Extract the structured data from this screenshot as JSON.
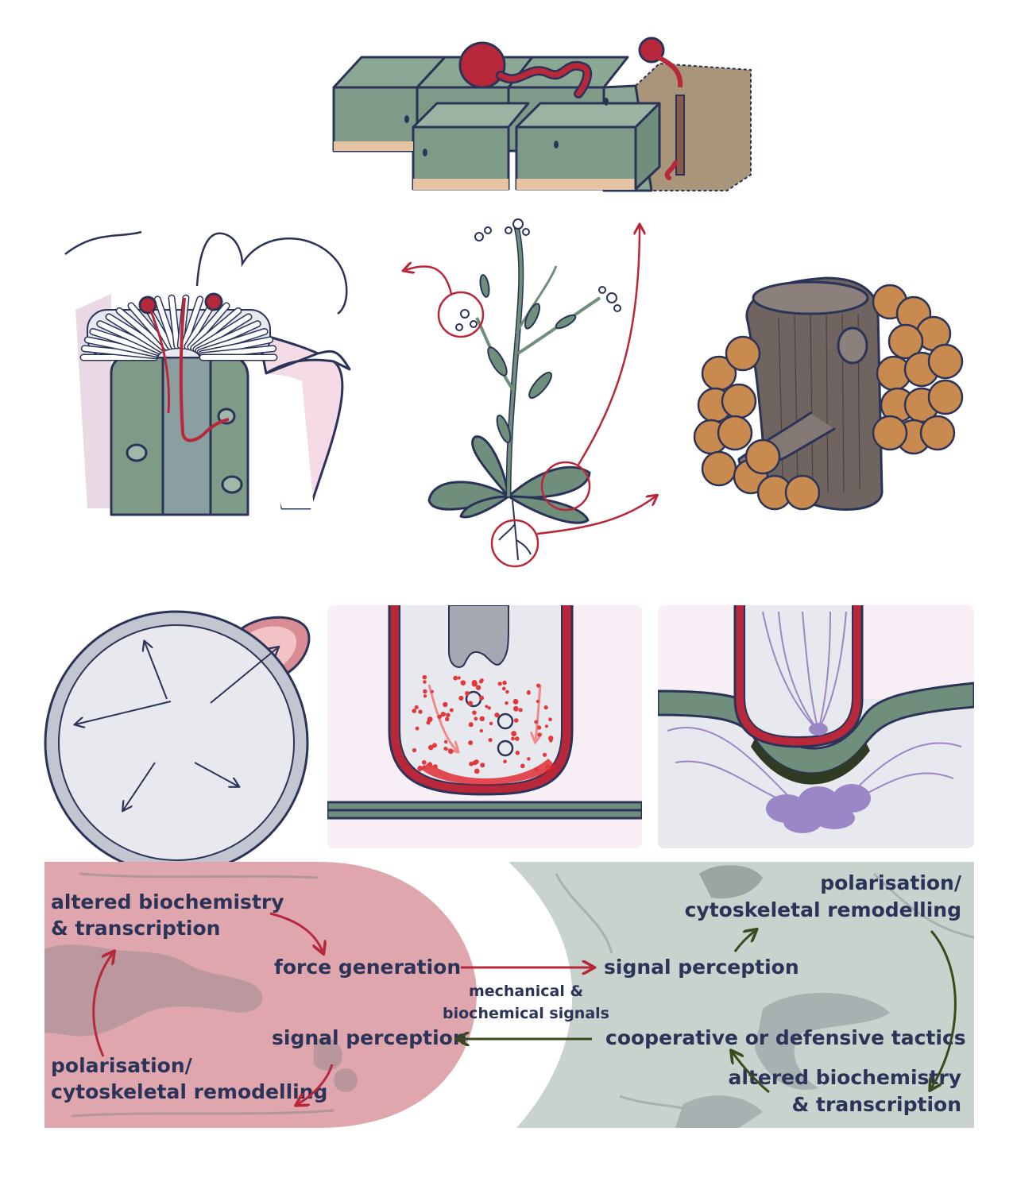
{
  "colors": {
    "outline": "#2b3458",
    "pathogen_red": "#b8283a",
    "host_green": "#6f8f7c",
    "host_grey": "#c7d3cc",
    "fungal_pink": "#dfa6ae",
    "soil_brown": "#a9957a",
    "nodule_orange": "#c98a4f",
    "stem_brown": "#6f6460",
    "lilac_bg": "#f8eff6",
    "cytoskeleton_purple": "#9b86c6",
    "dark_green_arrow": "#3b4a1e"
  },
  "diagram": {
    "left_cell": {
      "label_top": [
        "altered biochemistry",
        "& transcription"
      ],
      "label_force": "force generation",
      "label_perception": "signal perception",
      "label_bottom": [
        "polarisation/",
        "cytoskeletal remodelling"
      ]
    },
    "middle": {
      "signals": [
        "mechanical &",
        "biochemical signals"
      ]
    },
    "right_cell": {
      "label_top": [
        "polarisation/",
        "cytoskeletal remodelling"
      ],
      "label_perception": "signal perception",
      "label_tactics": "cooperative or defensive tactics",
      "label_bottom": [
        "altered biochemistry",
        "& transcription"
      ]
    }
  }
}
